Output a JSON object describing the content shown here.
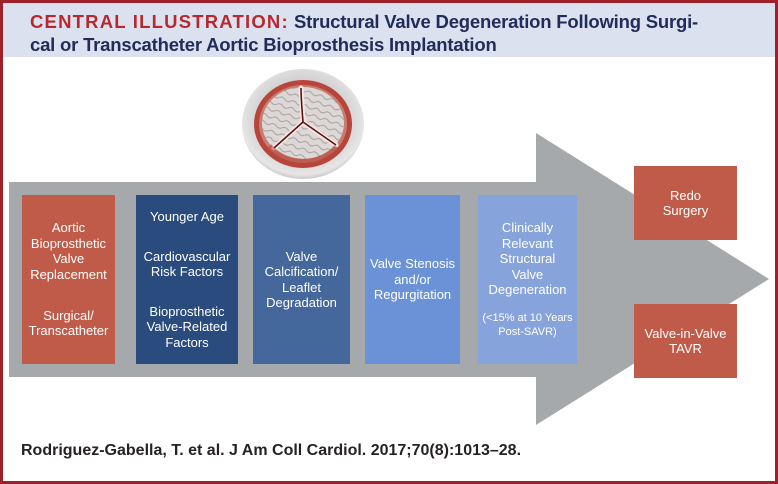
{
  "header": {
    "label": "CENTRAL ILLUSTRATION:",
    "title_line1": "Structural Valve Degeneration Following Surgi-",
    "title_line2": "cal or Transcatheter Aortic Bioprosthesis Implantation"
  },
  "flow": {
    "replacement_primary": [
      "Aortic",
      "Bioprosthetic",
      "Valve",
      "Replacement"
    ],
    "replacement_secondary": [
      "Surgical/",
      "Transcatheter"
    ],
    "risk_age": [
      "Younger Age"
    ],
    "risk_cardio": [
      "Cardiovascular",
      "Risk Factors"
    ],
    "risk_valve": [
      "Bioprosthetic",
      "Valve-Related",
      "Factors"
    ],
    "calcification": [
      "Valve",
      "Calcification/",
      "Leaflet",
      "Degradation"
    ],
    "stenosis": [
      "Valve Stenosis",
      "and/or",
      "Regurgitation"
    ],
    "svd_main": [
      "Clinically",
      "Relevant",
      "Structural",
      "Valve",
      "Degeneration"
    ],
    "svd_sub": [
      "(<15% at 10 Years",
      "Post-SAVR)"
    ],
    "outcome_redo": [
      "Redo",
      "Surgery"
    ],
    "outcome_viv": [
      "Valve-in-Valve",
      "TAVR"
    ]
  },
  "citation": "Rodriguez-Gabella, T. et al. J Am Coll Cardiol. 2017;70(8):1013–28.",
  "icons": {
    "valve_illustration": "aortic-bioprosthetic-valve-top-view",
    "process_arrow": "right-pointing-flow-arrow"
  },
  "colors": {
    "frame_border": "#9e2127",
    "title_background": "#dce1ef",
    "title_label_red": "#b6292f",
    "title_text_navy": "#202c59",
    "arrow_gray": "#a6a9ab",
    "box_red": "#c05b49",
    "box_navy": "#2a4b7d",
    "box_blue_mid": "#44679c",
    "box_blue_light": "#6b92d6",
    "box_blue_lighter": "#87a3dc",
    "box_text": "#ffffff",
    "citation_text": "#262223"
  }
}
